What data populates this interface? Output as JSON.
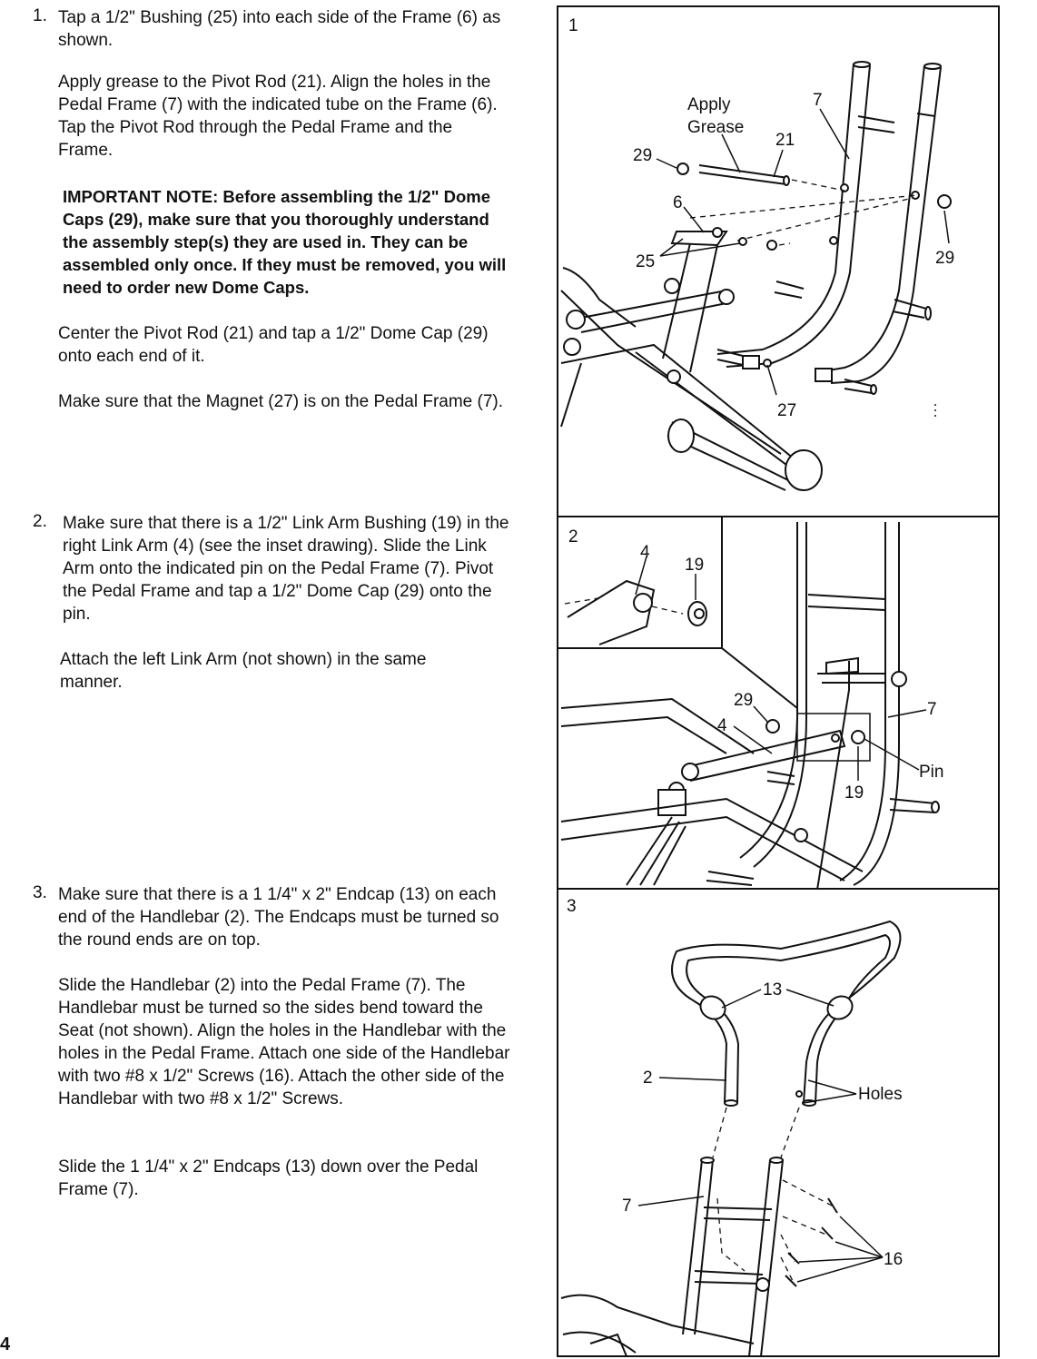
{
  "page_number": "4",
  "steps": [
    {
      "number": "1.",
      "paragraphs": [
        "Tap a 1/2\" Bushing (25) into each side of the Frame (6) as shown.",
        "Apply grease to the Pivot Rod (21). Align the holes in the Pedal Frame (7) with the indicated tube on the Frame (6). Tap the Pivot Rod through the Pedal Frame and the Frame.",
        "Center the Pivot Rod (21) and tap a 1/2\" Dome Cap (29) onto each end of it.",
        "Make sure that the Magnet (27) is on the Pedal Frame (7)."
      ],
      "note": "IMPORTANT NOTE: Before assembling the 1/2\" Dome Caps (29), make sure that you thoroughly understand the assembly step(s) they are used in. They can be assembled only once. If they must be removed, you will need to order new Dome Caps."
    },
    {
      "number": "2.",
      "paragraphs": [
        "Make sure that there is a 1/2\" Link Arm Bushing (19) in the right Link Arm (4) (see the inset drawing). Slide the Link Arm onto the indicated pin on the Pedal Frame (7). Pivot the Pedal Frame and tap a 1/2\" Dome Cap (29) onto the pin.",
        "Attach the left Link Arm (not shown) in the same manner."
      ]
    },
    {
      "number": "3.",
      "paragraphs": [
        "Make sure that there is a 1 1/4\" x 2\" Endcap (13) on each end of the Handlebar (2). The Endcaps must be turned so the round ends are on top.",
        "Slide the Handlebar (2) into the Pedal Frame (7). The Handlebar must be turned so the sides bend toward the Seat (not shown). Align the holes in the Handlebar with the holes in the Pedal Frame. Attach one side of the Handlebar with two #8 x 1/2\" Screws (16). Attach the other side of the Handlebar with two #8 x 1/2\" Screws.",
        "Slide the 1 1/4\" x 2\" Endcaps (13) down over the Pedal Frame (7)."
      ]
    }
  ],
  "figures": [
    {
      "number": "1",
      "labels": [
        "Apply",
        "Grease",
        "7",
        "21",
        "29",
        "6",
        "25",
        "29",
        "27"
      ]
    },
    {
      "number": "2",
      "labels": [
        "4",
        "19",
        "29",
        "4",
        "7",
        "Pin",
        "19"
      ]
    },
    {
      "number": "3",
      "labels": [
        "13",
        "2",
        "Holes",
        "7",
        "16"
      ]
    }
  ]
}
